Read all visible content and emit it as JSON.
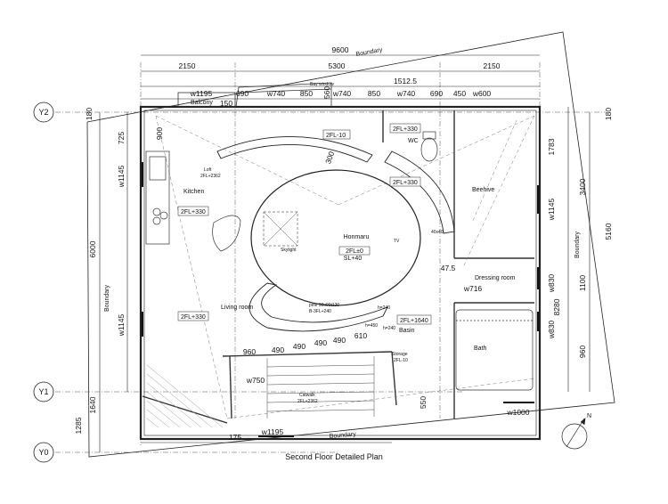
{
  "caption": "Second Floor Detailed Plan",
  "grid_labels": {
    "y2": "Y2",
    "y1": "Y1",
    "y0": "Y0"
  },
  "boundary_label": "Boundary",
  "north": "N",
  "dims_top": {
    "overall": "9600",
    "core": "5300",
    "left": "2150",
    "right": "2150",
    "bay": "1512.5",
    "row2": [
      "690",
      "w740",
      "850",
      "560",
      "w740",
      "850",
      "w740",
      "690",
      "450",
      "w600"
    ],
    "w1195": "w1195",
    "d150": "150"
  },
  "dims_left": {
    "d725": "725",
    "d900": "900",
    "w1145a": "w1145",
    "d6000": "6000",
    "w1145b": "w1145",
    "d1640": "1640",
    "d1285": "1285",
    "d180": "180"
  },
  "dims_right": {
    "d1783": "1783",
    "d3400": "3400",
    "w1145": "w1145",
    "d5160": "5160",
    "d1100": "1100",
    "w830a": "w830",
    "d8280": "8280",
    "w830b": "w830",
    "d960": "960",
    "d180": "180"
  },
  "dims_bottom": {
    "d175": "175",
    "w1195": "w1195",
    "d550": "550",
    "w1000": "w1000"
  },
  "dims_inner": {
    "row": [
      "960",
      "490",
      "490",
      "490",
      "490",
      "610"
    ],
    "w750": "w750",
    "w716": "w716",
    "d47_5": "47.5",
    "d300": "300"
  },
  "rooms": {
    "balcony": "Balcony",
    "bay_window": "Bay window",
    "kitchen": "Kitchen",
    "loft": "Loft",
    "loft_level": "2FL+2362",
    "honmaru": "Honmaru",
    "honmaru_level": "2FL±0",
    "honmaru_sl": "SL+40",
    "skylight": "Skylight",
    "tv": "TV",
    "wc": "WC",
    "beehive": "Beehive",
    "dressing": "Dressing room",
    "living": "Living room",
    "basin": "Basin",
    "bath": "Bath",
    "storage": "Storage",
    "storage_level": "2FL-10",
    "catwalk": "Catwalk",
    "catwalk_level": "2FL+2362"
  },
  "levels": {
    "fl_minus10": "2FL-10",
    "fl330a": "2FL+330",
    "fl330b": "2FL+330",
    "fl330c": "2FL+330",
    "fl330d": "2FL+330",
    "fl1640": "2FL+1640"
  },
  "notes": {
    "pine": "pine 90x90t120",
    "pine2": "B-3FL+240",
    "h240a": "h=240",
    "h240b": "h=240",
    "h450": "h=450",
    "stair_w": "40x40"
  }
}
